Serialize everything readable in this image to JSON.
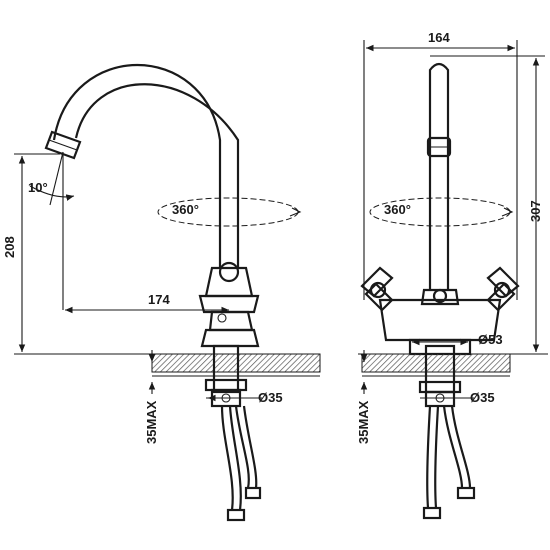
{
  "side_view": {
    "spout_height": "208",
    "spout_reach": "174",
    "tilt_angle": "10°",
    "rotation": "360°",
    "hole_diameter": "Ø35",
    "max_thickness": "35MAX"
  },
  "front_view": {
    "overall_width": "164",
    "overall_height": "307",
    "rotation": "360°",
    "base_diameter": "Ø53",
    "hole_diameter": "Ø35",
    "max_thickness": "35MAX"
  },
  "colors": {
    "line": "#1a1a1a",
    "hatch": "#555555",
    "background": "#ffffff"
  }
}
